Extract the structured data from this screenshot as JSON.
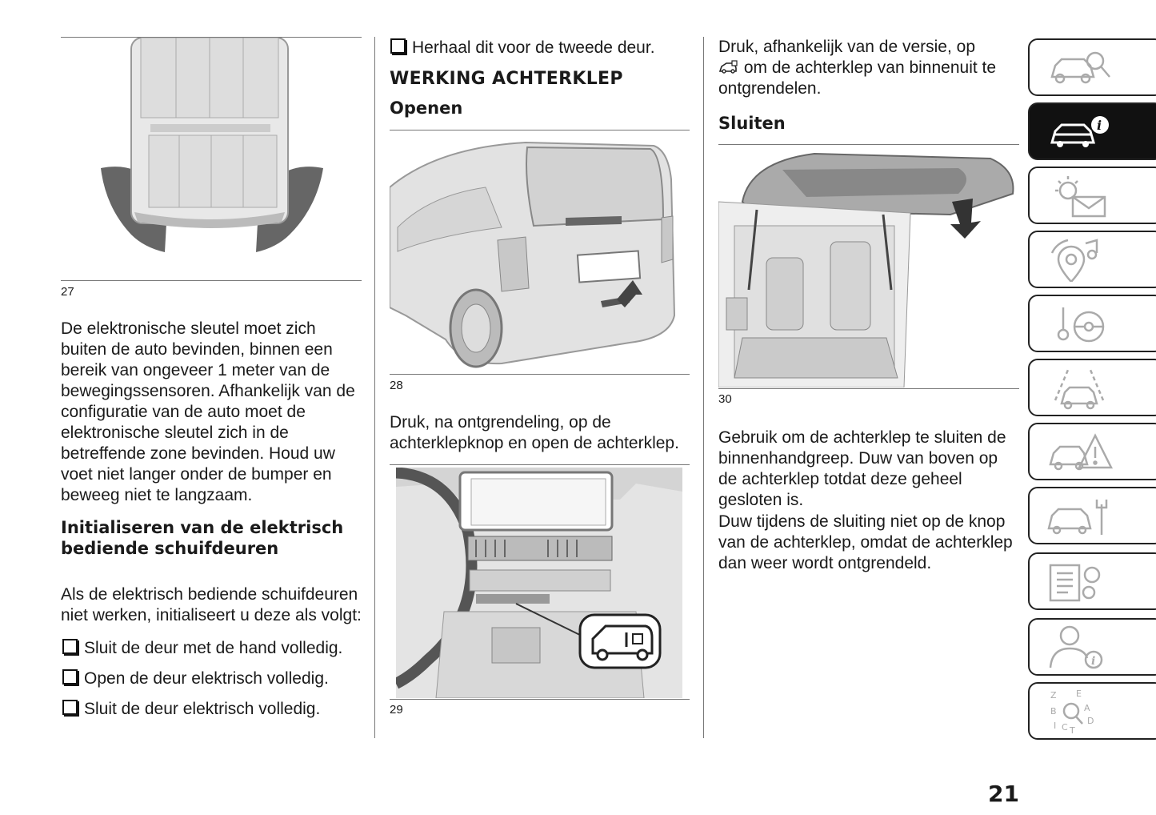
{
  "col1": {
    "fig27": "27",
    "para1": "De elektronische sleutel moet zich buiten de auto bevinden, binnen een bereik van ongeveer 1 meter van de bewegingssensoren. Afhankelijk van de configuratie van de auto moet de elektronische sleutel zich in de betreffende zone bevinden. Houd uw voet niet langer onder de bumper en beweeg niet te langzaam.",
    "heading": "Initialiseren van de elektrisch bediende schuifdeuren",
    "intro": "Als de elektrisch bediende schuifdeuren niet werken, initialiseert u deze als volgt:",
    "steps": [
      "Sluit de deur met de hand volledig.",
      "Open de deur elektrisch volledig.",
      "Sluit de deur elektrisch volledig."
    ]
  },
  "col2": {
    "step": "Herhaal dit voor de tweede deur.",
    "heading": "WERKING ACHTERKLEP",
    "subheading": "Openen",
    "fig28": "28",
    "para": "Druk, na ontgrendeling, op de achterklepknop en open de achterklep.",
    "fig29": "29"
  },
  "col3": {
    "para1a": "Druk, afhankelijk van de versie, op",
    "para1b": "om de achterklep van binnenuit te ontgrendelen.",
    "subheading": "Sluiten",
    "fig30": "30",
    "para2": "Gebruik om de achterklep te sluiten de binnenhandgreep. Duw van boven op de achterklep totdat deze geheel gesloten is.",
    "para3": "Duw tijdens de sluiting niet op de knop van de achterklep, omdat de achterklep dan weer wordt ontgrendeld."
  },
  "sidebar": {
    "tabs": [
      {
        "icon": "car-search-icon",
        "active": false
      },
      {
        "icon": "car-info-icon",
        "active": true
      },
      {
        "icon": "light-message-icon",
        "active": false
      },
      {
        "icon": "multimedia-navigation-icon",
        "active": false
      },
      {
        "icon": "driving-steering-icon",
        "active": false
      },
      {
        "icon": "car-lane-icon",
        "active": false
      },
      {
        "icon": "car-warning-icon",
        "active": false
      },
      {
        "icon": "car-maintenance-icon",
        "active": false
      },
      {
        "icon": "technical-data-icon",
        "active": false
      },
      {
        "icon": "user-info-icon",
        "active": false
      },
      {
        "icon": "alphabetical-index-icon",
        "active": false
      }
    ]
  },
  "page_number": "21"
}
